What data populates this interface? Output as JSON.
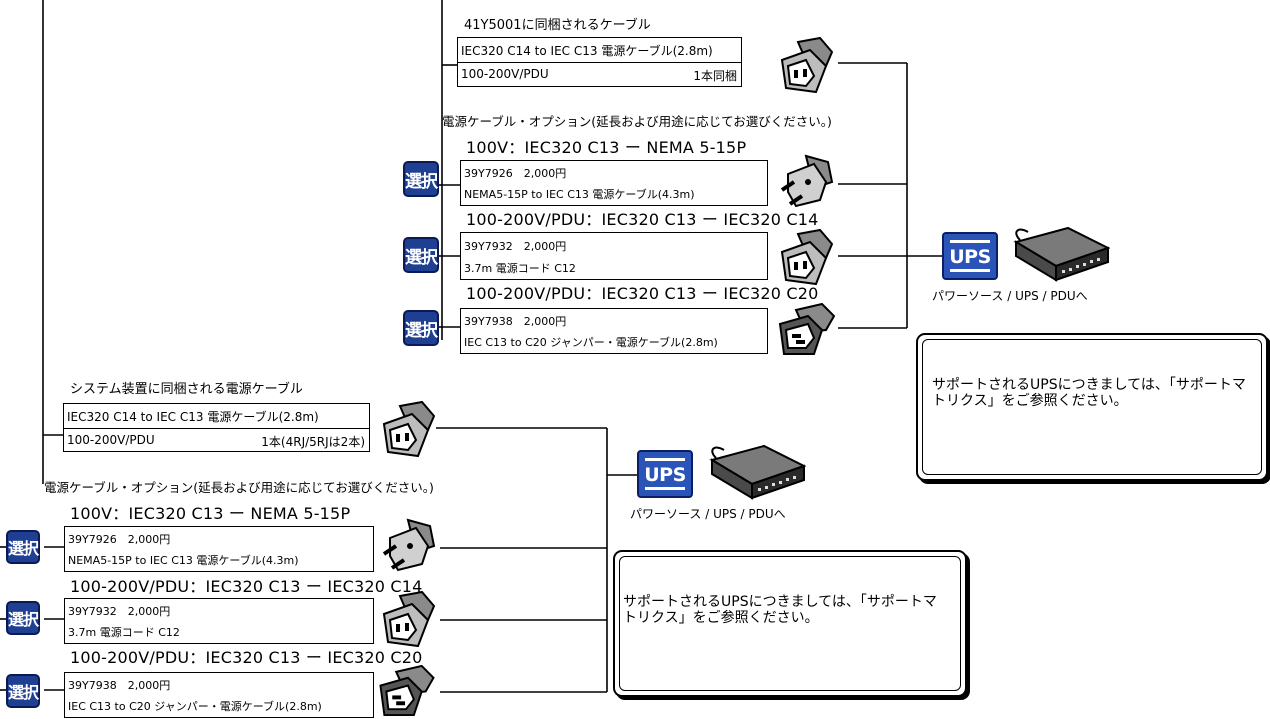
{
  "upper": {
    "bundled": {
      "heading": "41Y5001に同梱されるケーブル",
      "cable_name": "IEC320 C14 to IEC C13 電源ケーブル(2.8m)",
      "voltage": "100-200V/PDU",
      "quantity": "1本同梱"
    },
    "options_heading": "電源ケーブル・オプション(延長および用途に応じてお選びください。)",
    "options": [
      {
        "select_label": "選択",
        "subhead": "100V：IEC320 C13 ー NEMA 5-15P",
        "part": "39Y7926　2,000円",
        "desc": "NEMA5-15P to IEC C13 電源ケーブル(4.3m)",
        "plug": "nema-plug-icon"
      },
      {
        "select_label": "選択",
        "subhead": "100-200V/PDU：IEC320 C13 ー IEC320 C14",
        "part": "39Y7932　2,000円",
        "desc": "3.7m 電源コード C12",
        "plug": "c13-plug-icon"
      },
      {
        "select_label": "選択",
        "subhead": "100-200V/PDU：IEC320 C13 ー IEC320 C20",
        "part": "39Y7938　2,000円",
        "desc": "IEC C13 to C20 ジャンパー・電源ケーブル(2.8m)",
        "plug": "c20-plug-icon"
      }
    ],
    "power_source": {
      "badge": "UPS",
      "caption": "パワーソース / UPS / PDUへ"
    },
    "note": "サポートされるUPSにつきましては、「サポートマトリクス」をご参照ください。"
  },
  "lower": {
    "bundled": {
      "heading": "システム装置に同梱される電源ケーブル",
      "cable_name": "IEC320 C14 to IEC C13 電源ケーブル(2.8m)",
      "voltage": "100-200V/PDU",
      "quantity": "1本(4RJ/5RJは2本)"
    },
    "options_heading": "電源ケーブル・オプション(延長および用途に応じてお選びください。)",
    "options": [
      {
        "select_label": "選択",
        "subhead": "100V：IEC320 C13 ー NEMA 5-15P",
        "part": "39Y7926　2,000円",
        "desc": "NEMA5-15P to IEC C13 電源ケーブル(4.3m)",
        "plug": "nema-plug-icon"
      },
      {
        "select_label": "選択",
        "subhead": "100-200V/PDU：IEC320 C13 ー IEC320 C14",
        "part": "39Y7932　2,000円",
        "desc": "3.7m 電源コード C12",
        "plug": "c13-plug-icon"
      },
      {
        "select_label": "選択",
        "subhead": "100-200V/PDU：IEC320 C13 ー IEC320 C20",
        "part": "39Y7938　2,000円",
        "desc": "IEC C13 to C20 ジャンパー・電源ケーブル(2.8m)",
        "plug": "c20-plug-icon"
      }
    ],
    "power_source": {
      "badge": "UPS",
      "caption": "パワーソース / UPS / PDUへ"
    },
    "note": "サポートされるUPSにつきましては、「サポートマトリクス」をご参照ください。"
  },
  "colors": {
    "select_badge": "#1f3f93",
    "ups_badge": "#2b54b8",
    "line": "#000000"
  }
}
